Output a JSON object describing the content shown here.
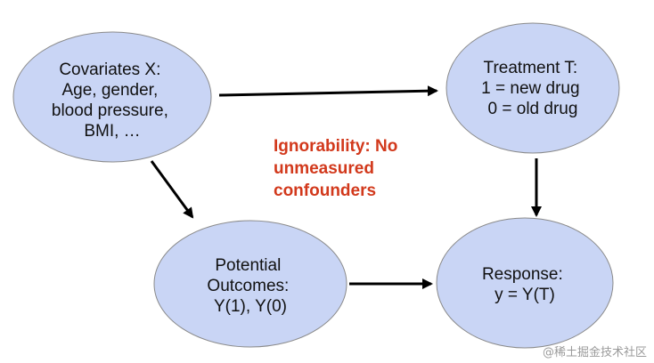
{
  "colors": {
    "node_fill": "#c9d5f5",
    "node_stroke": "#8a8a8a",
    "arrow": "#000000",
    "callout": "#d2391c",
    "watermark": "#9a9a9a"
  },
  "nodes": {
    "covariates": {
      "lines": [
        "Covariates X:",
        "Age, gender,",
        "blood pressure,",
        "BMI, …"
      ]
    },
    "treatment": {
      "lines": [
        "Treatment T:",
        "1 = new drug",
        "0 = old drug"
      ]
    },
    "potential_outcomes": {
      "lines": [
        "Potential",
        "Outcomes:",
        "Y(1), Y(0)"
      ]
    },
    "response": {
      "lines": [
        "Response:",
        "y = Y(T)"
      ]
    }
  },
  "callout": {
    "lines": [
      "Ignorability: No",
      "unmeasured",
      "confounders"
    ]
  },
  "edges": [
    {
      "from": "covariates",
      "to": "treatment"
    },
    {
      "from": "covariates",
      "to": "potential_outcomes"
    },
    {
      "from": "treatment",
      "to": "response"
    },
    {
      "from": "potential_outcomes",
      "to": "response"
    }
  ],
  "watermark": "@稀土掘金技术社区"
}
